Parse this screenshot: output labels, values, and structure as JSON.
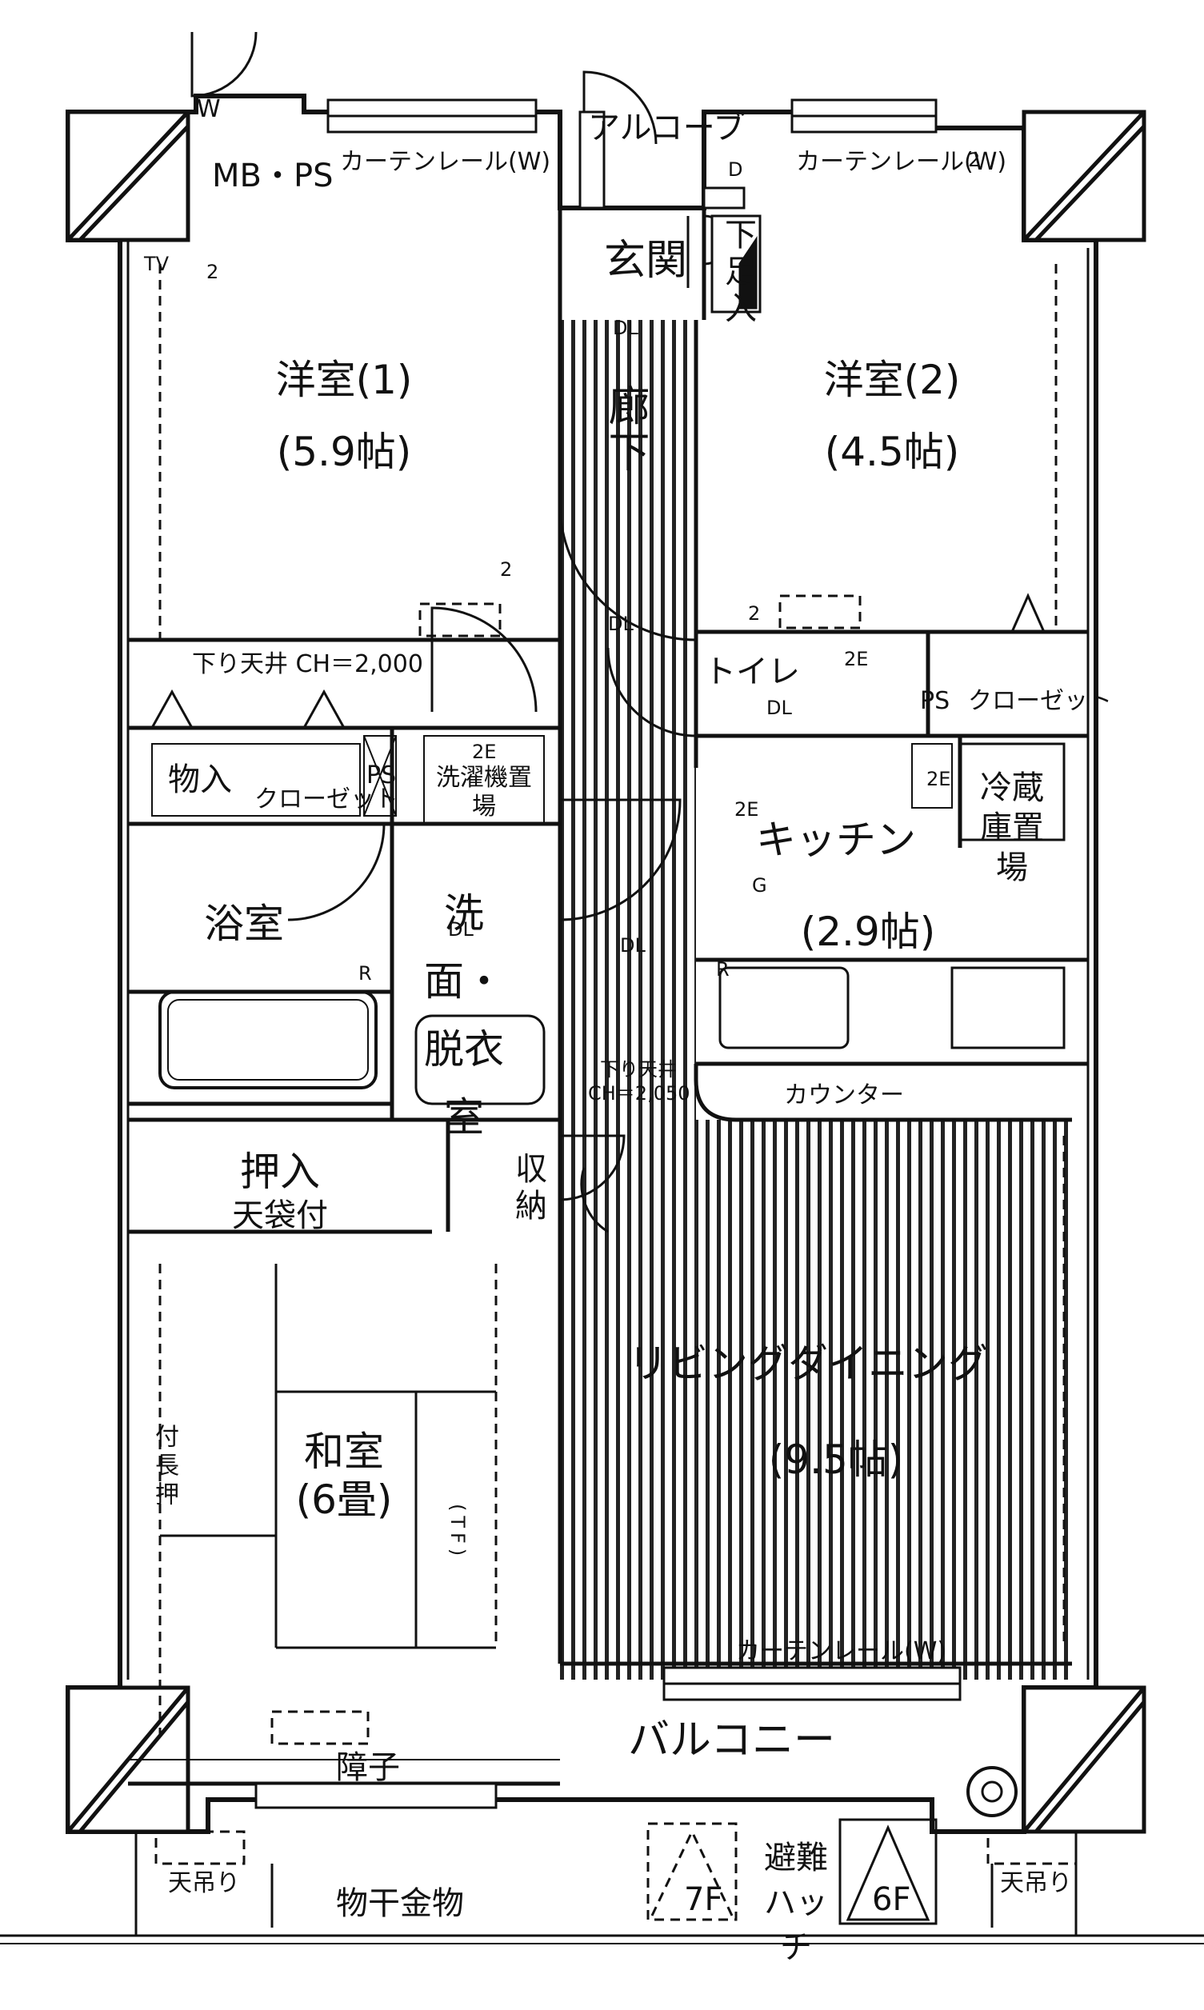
{
  "labels": {
    "mb_ps": "MB・PS",
    "w_mark": "W",
    "curtain_rail_left": "カーテンレール(W)",
    "curtain_rail_right": "カーテンレール(W)",
    "curtain_rail_bottom": "カーテンレール(W)",
    "alcove": "アルコーブ",
    "entrance": "玄関",
    "shoe_box": "下足入",
    "corridor": "廊下",
    "western_room_1": "洋室(1)",
    "western_room_1_size": "(5.9帖)",
    "western_room_2": "洋室(2)",
    "western_room_2_size": "(4.5帖)",
    "lowered_ceiling_1": "下り天井 CH＝2,000",
    "storage": "物入",
    "closet_left": "クローゼット",
    "ps_left": "PS",
    "washer_space": "洗濯機置場",
    "toilet": "トイレ",
    "ps_right": "PS",
    "closet_right": "クローゼット",
    "fridge_space": "冷蔵庫置場",
    "kitchen": "キッチン",
    "kitchen_size": "(2.9帖)",
    "bathroom": "浴室",
    "washroom": "洗面・脱衣室",
    "lowered_ceiling_2_a": "下り天井",
    "lowered_ceiling_2_b": "CH＝2,050",
    "counter": "カウンター",
    "closet_push": "押入",
    "closet_push_sub": "天袋付",
    "storage_small": "収納",
    "living_dining": "リビングダイニング",
    "living_dining_size": "(9.5帖)",
    "japanese_room": "和室",
    "japanese_room_size": "(6畳)",
    "tsuke_nageshi": "付長押",
    "tf": "(TF)",
    "shoji": "障子",
    "balcony": "バルコニー",
    "hanging_left": "天吊り",
    "hanging_right": "天吊り",
    "drying_rack": "物干金物",
    "escape_hatch": "避難ハッチ",
    "floor_7f": "7F",
    "floor_6f": "6F"
  },
  "symbols": {
    "outlet_2": "2",
    "outlet_2e": "2E",
    "tv": "TV",
    "dl": "DL",
    "d": "D",
    "g": "G",
    "r": "R"
  }
}
